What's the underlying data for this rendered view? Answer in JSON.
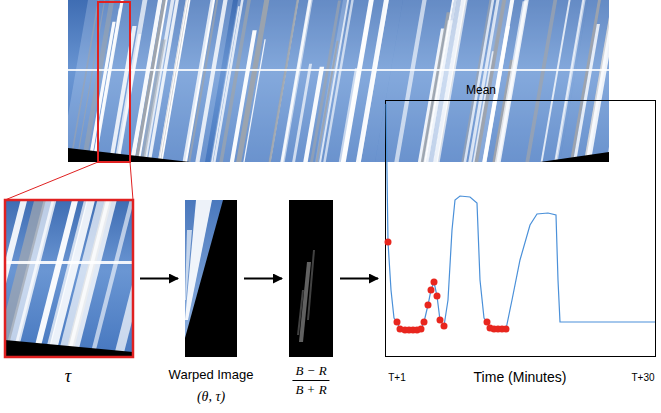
{
  "diagram": {
    "nodes": [
      {
        "text": [
          "τ"
        ]
      },
      {
        "text": [
          "Warped Image",
          "(θ, τ)"
        ]
      },
      {
        "text": [
          "B − R",
          "B + R"
        ]
      },
      {
        "text": [
          "Mean",
          "T+1",
          "Time (Minutes)",
          "T+30"
        ]
      }
    ],
    "edges": [
      {
        "from": 0,
        "to": 1,
        "arrow": "to"
      },
      {
        "from": 1,
        "to": 2,
        "arrow": "to"
      },
      {
        "from": 2,
        "to": 3,
        "arrow": "to"
      }
    ]
  }
}
